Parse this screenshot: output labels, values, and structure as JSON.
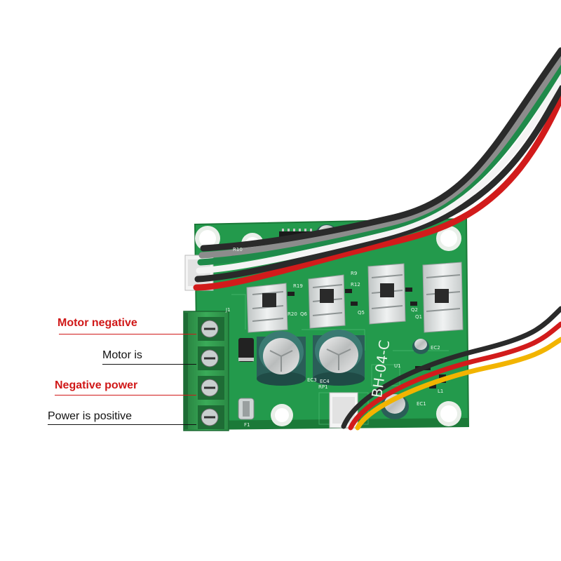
{
  "labels": {
    "motor_negative": "Motor negative",
    "motor_positive": "Motor is",
    "negative_power": "Negative power",
    "power_positive": "Power is positive"
  },
  "board": {
    "model_marking": "BH-04-C",
    "silkscreen": {
      "j1": "J1",
      "f1": "F1",
      "q1": "Q1",
      "q2": "Q2",
      "q5": "Q5",
      "q6": "Q6",
      "r9": "R9",
      "r10": "R10",
      "r12": "R12",
      "r19": "R19",
      "r20": "R20",
      "ec1": "EC1",
      "ec2": "EC2",
      "ec3": "EC3",
      "ec4": "EC4",
      "rp1": "RP1",
      "l1": "L1",
      "u1": "U1"
    }
  },
  "colors": {
    "background": "#ffffff",
    "board_green": "#239a4c",
    "board_dark": "#1c7e3c",
    "label_red": "#d01818",
    "label_black": "#111111",
    "terminal_green": "#2f9a4c",
    "heatsink_silver": "#d8dcdc",
    "capacitor_teal": "#2a5e58"
  },
  "cables": {
    "ribbon_top": [
      "red",
      "black",
      "white",
      "green",
      "grey",
      "black"
    ],
    "pot_lead": [
      "black",
      "red",
      "yellow"
    ]
  }
}
